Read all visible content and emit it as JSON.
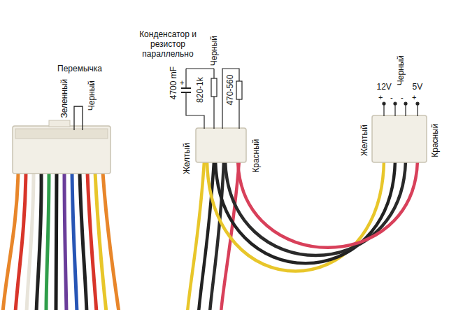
{
  "diagram": {
    "labels": [
      "Перемычка",
      "Зеленный",
      "Черный",
      "Конденсатор и резистор параллельно",
      "Черный",
      "4700 mF",
      "820-1k",
      "470-560",
      "+",
      "Желтый",
      "Красный",
      "12V",
      "Черный",
      "5V",
      "+",
      "-",
      "-",
      "+",
      "Желтый",
      "Красный"
    ]
  }
}
